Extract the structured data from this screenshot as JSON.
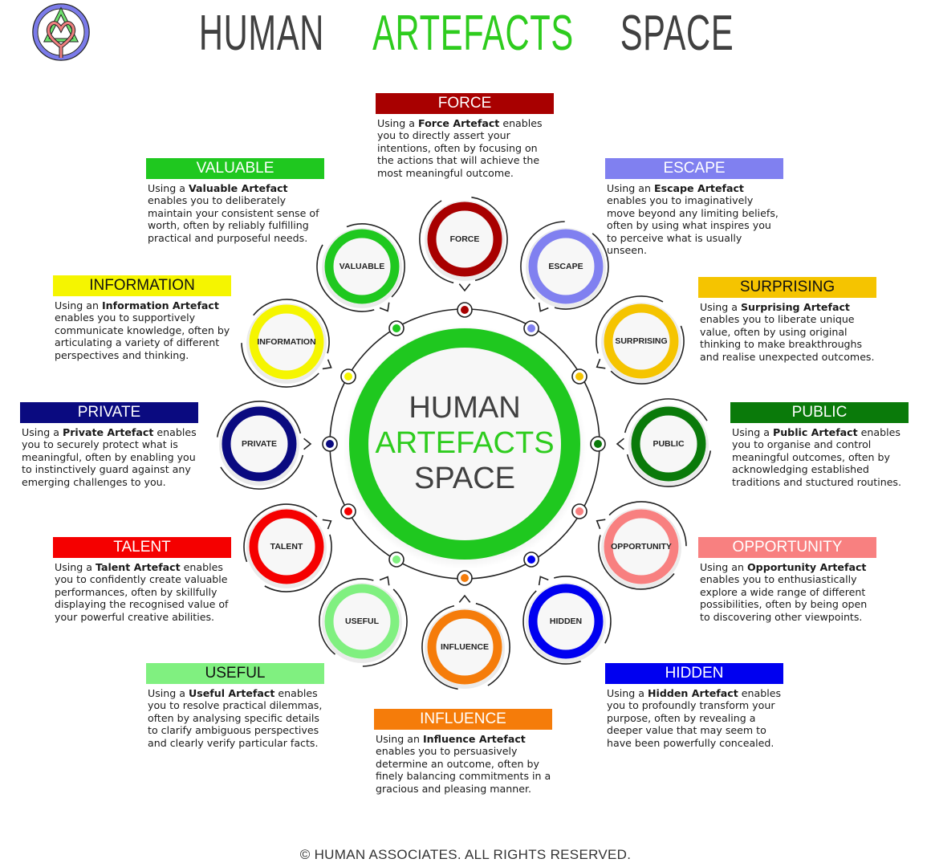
{
  "header": {
    "title_part1": "HUMAN",
    "title_part2": "ARTEFACTS",
    "title_part3": "SPACE",
    "logo_icon": "celtic-knot-logo-icon"
  },
  "center": {
    "line1": "HUMAN",
    "line2": "ARTEFACTS",
    "line3": "SPACE",
    "ring_color": "#1fc81f"
  },
  "artefacts": [
    {
      "id": "force",
      "title": "FORCE",
      "node_label": "FORCE",
      "color": "#a80000",
      "text_dark": false,
      "intro": "Using a ",
      "bold": "Force Artefact",
      "rest": " enables you to directly assert your intentions, often by focusing on the actions that will achieve the most meaningful outcome."
    },
    {
      "id": "escape",
      "title": "ESCAPE",
      "node_label": "ESCAPE",
      "color": "#8080f0",
      "text_dark": false,
      "intro": "Using an ",
      "bold": "Escape Artefact",
      "rest": " enables you to imaginatively move beyond any limiting beliefs, often by using what inspires you to perceive what is usually unseen."
    },
    {
      "id": "surprising",
      "title": "SURPRISING",
      "node_label": "SURPRISING",
      "color": "#f5c400",
      "text_dark": true,
      "intro": "Using a ",
      "bold": "Surprising Artefact",
      "rest": " enables you to liberate unique value, often by using original thinking to make breakthroughs and realise unexpected outcomes."
    },
    {
      "id": "public",
      "title": "PUBLIC",
      "node_label": "PUBLIC",
      "color": "#0a7a0a",
      "text_dark": false,
      "intro": "Using a ",
      "bold": "Public Artefact",
      "rest": " enables you to organise and control meaningful outcomes, often by acknowledging established traditions and stuctured routines."
    },
    {
      "id": "opportunity",
      "title": "OPPORTUNITY",
      "node_label": "OPPORTUNITY",
      "color": "#f88080",
      "text_dark": false,
      "intro": "Using an ",
      "bold": "Opportunity Artefact",
      "rest": " enables you to enthusiastically explore a wide range of different possibilities, often by being open to discovering other viewpoints."
    },
    {
      "id": "hidden",
      "title": "HIDDEN",
      "node_label": "HIDDEN",
      "color": "#0000f0",
      "text_dark": false,
      "intro": "Using a ",
      "bold": "Hidden Artefact",
      "rest": " enables you to profoundly transform your purpose, often by revealing a deeper value that may seem to have been powerfully concealed."
    },
    {
      "id": "influence",
      "title": "INFLUENCE",
      "node_label": "INFLUENCE",
      "color": "#f57c0a",
      "text_dark": false,
      "intro": "Using an ",
      "bold": "Influence Artefact",
      "rest": " enables you to persuasively determine an outcome, often by finely balancing commitments in a gracious and pleasing manner."
    },
    {
      "id": "useful",
      "title": "USEFUL",
      "node_label": "USEFUL",
      "color": "#80f080",
      "text_dark": true,
      "intro": "Using a ",
      "bold": "Useful Artefact",
      "rest": " enables you to resolve practical dilemmas, often by analysing specific details to clarify ambiguous perspectives and clearly verify particular facts."
    },
    {
      "id": "talent",
      "title": "TALENT",
      "node_label": "TALENT",
      "color": "#f50000",
      "text_dark": false,
      "intro": "Using a ",
      "bold": "Talent Artefact",
      "rest": " enables you to confidently create valuable performances, often by skillfully displaying the recognised value of your powerful creative abilities."
    },
    {
      "id": "private",
      "title": "PRIVATE",
      "node_label": "PRIVATE",
      "color": "#0a0a80",
      "text_dark": false,
      "intro": "Using a ",
      "bold": "Private Artefact",
      "rest": " enables you to securely protect what is meaningful, often by enabling you to instinctively guard against any emerging challenges to you."
    },
    {
      "id": "information",
      "title": "INFORMATION",
      "node_label": "INFORMATION",
      "color": "#f5f500",
      "text_dark": true,
      "intro": "Using an ",
      "bold": "Information Artefact",
      "rest": " enables you to supportively communicate knowledge, often by articulating a variety of different perspectives and thinking."
    },
    {
      "id": "valuable",
      "title": "VALUABLE",
      "node_label": "VALUABLE",
      "color": "#1fc81f",
      "text_dark": false,
      "intro": "Using a ",
      "bold": "Valuable Artefact",
      "rest": " enables you to deliberately maintain your consistent sense of worth, often by reliably fulfilling practical and purposeful needs."
    }
  ],
  "footer": {
    "copyright": "© HUMAN ASSOCIATES. ALL RIGHTS RESERVED."
  }
}
